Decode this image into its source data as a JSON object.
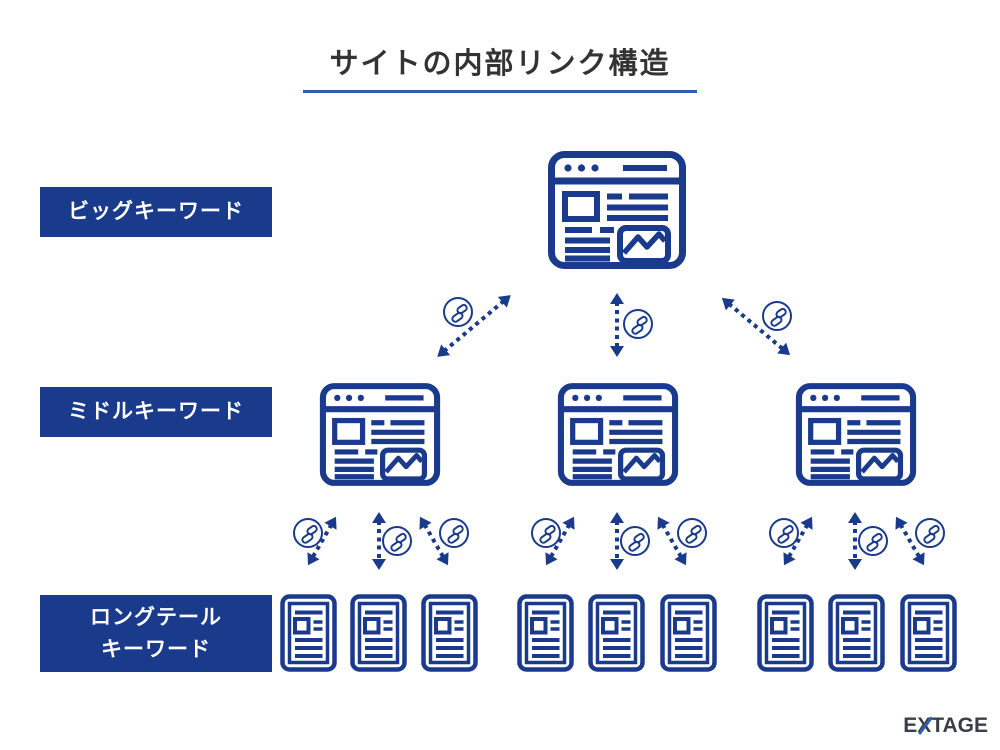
{
  "title": {
    "text": "サイトの内部リンク構造"
  },
  "labels": {
    "big": "ビッグキーワード",
    "middle": "ミドルキーワード",
    "longtail_line1": "ロングテール",
    "longtail_line2": "キーワード"
  },
  "diagram": {
    "type": "site-internal-link-hierarchy",
    "levels": [
      {
        "name": "ビッグキーワード",
        "page_count": 1,
        "icon": "browser-page-icon"
      },
      {
        "name": "ミドルキーワード",
        "page_count": 3,
        "icon": "browser-page-icon"
      },
      {
        "name": "ロングテールキーワード",
        "page_count": 9,
        "icon": "article-page-icon"
      }
    ],
    "links": {
      "style": "dotted-bidirectional-arrows",
      "badge_icon": "chain-link-icon",
      "big_to_middle_count": 3,
      "middle_to_longtail_count": 9
    }
  },
  "colors": {
    "navy": "#1a3a8c",
    "underline_blue": "#2e5cae",
    "title_text": "#333333",
    "label_text": "#ffffff",
    "background": "#ffffff",
    "logo_dark": "#3a3f46",
    "logo_accent": "#2e5cae"
  },
  "logo": {
    "full": "EXTAGE",
    "prefix": "E",
    "x_letter": "X",
    "suffix": "TAGE"
  }
}
